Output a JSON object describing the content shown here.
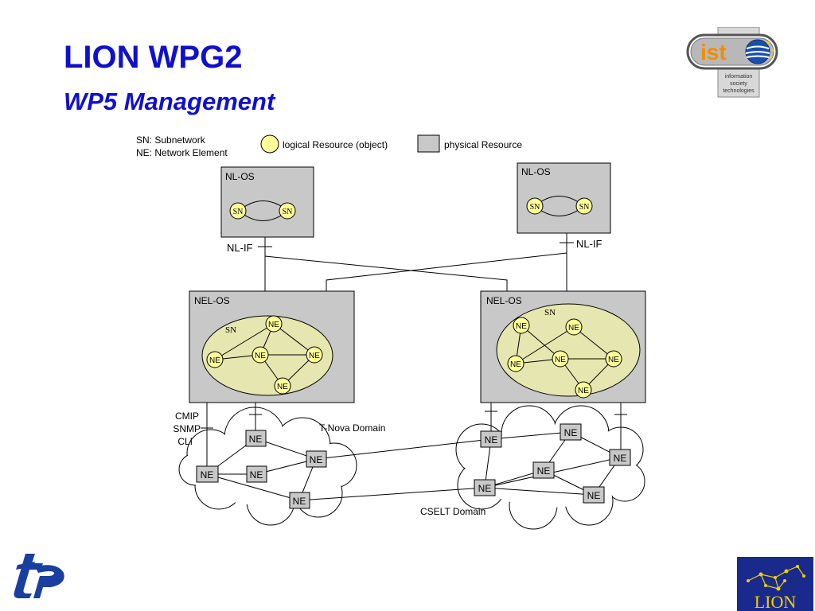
{
  "slide": {
    "title": "LION WPG2",
    "subtitle": "WP5 Management"
  },
  "logos": {
    "ist_word": "ist",
    "ist_caption_1": "information",
    "ist_caption_2": "society",
    "ist_caption_3": "technologies",
    "lion_word": "LION"
  },
  "legend": {
    "sn_def": "SN:  Subnetwork",
    "ne_def": "NE: Network Element",
    "logical": "logical Resource (object)",
    "physical": "physical Resource"
  },
  "labels": {
    "nl_os": "NL-OS",
    "nl_if": "NL-IF",
    "nel_os": "NEL-OS",
    "sn": "SN",
    "ne": "NE",
    "cmip": "CMIP",
    "snmp": "SNMP",
    "cli": "CLI",
    "tnova_domain": "T-Nova Domain",
    "cselt_domain": "CSELT Domain"
  },
  "colors": {
    "title_blue": "#1010cc",
    "logical_yellow": "#ffff99",
    "physical_gray": "#c8c8c8",
    "subnetwork_fill": "#e6e6b0",
    "lion_blue": "#1a2a8c",
    "lion_gold": "#f0d000"
  }
}
